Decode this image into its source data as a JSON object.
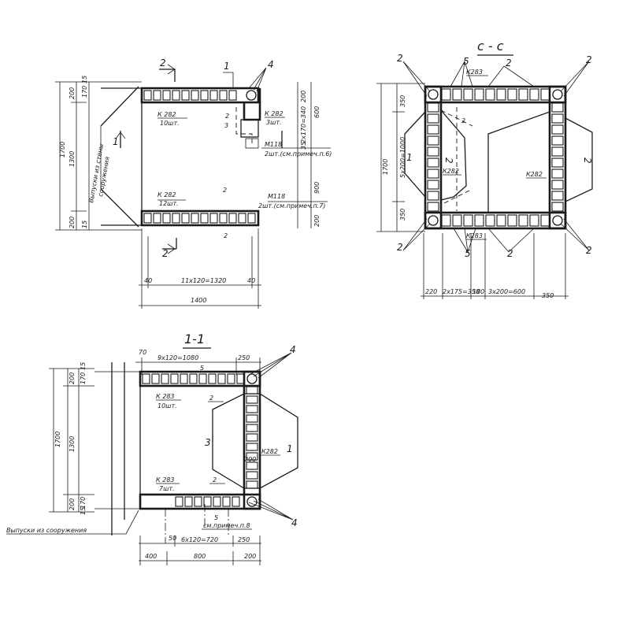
{
  "view_top_left": {
    "marker_2": "2",
    "callout_1": "1",
    "callout_4": "4",
    "label_k282_top": "К 282",
    "count_top": "10шт.",
    "label_k282_right": "К 282",
    "count_right": "3шт.",
    "callout_3": "3",
    "label_2": "2",
    "label_m118_top": "М118",
    "note_top": "2шт.(см.примеч.п.6)",
    "label_k282_bottom": "К 282",
    "count_bottom": "12шт.",
    "label_m118_bottom": "М118",
    "note_bottom": "2шт.(см.примеч.п.7)",
    "marker_1": "1",
    "vertical_note_a": "Выпуски из стены",
    "vertical_note_b": "сооружения",
    "dim_left_200a": "200",
    "dim_left_170a": "170",
    "dim_left_15a": "15",
    "dim_left_1300": "1300",
    "dim_left_1700": "1700",
    "dim_left_200b": "200",
    "dim_left_15b": "15",
    "dim_right_200": "200",
    "dim_right_2x170": "2x170=340",
    "dim_right_600": "600",
    "dim_right_35": "35",
    "dim_right_900": "900",
    "dim_right_200b": "200",
    "dim_bottom_40a": "40",
    "dim_bottom_mid": "11x120=1320",
    "dim_bottom_40b": "40",
    "dim_bottom_1400": "1400"
  },
  "view_top_right": {
    "title": "с - с",
    "label_2_a": "2",
    "label_5": "5",
    "label_k283_top": "К283",
    "label_2_b": "2",
    "label_2_c": "2",
    "label_k282_left": "К282",
    "label_2_d": "2",
    "label_k282_right": "К282",
    "label_k283_bottom": "К283",
    "label_2_e": "2",
    "label_5_b": "5",
    "label_2_f": "2",
    "label_2_g": "2",
    "label_2_big": "2",
    "label_1": "1",
    "label_2_left_big": "2",
    "dim_left_350a": "350",
    "dim_left_mid": "5x200=1000",
    "dim_left_1700": "1700",
    "dim_left_350b": "350",
    "dim_bottom_220": "220",
    "dim_bottom_2x175": "2x175=350",
    "dim_bottom_180": "180",
    "dim_bottom_3x200": "3x200=600",
    "dim_bottom_350": "350"
  },
  "view_bottom": {
    "title": "1-1",
    "callout_4_top": "4",
    "callout_4_bottom": "4",
    "dim_top_70": "70",
    "dim_top_mid": "9x120=1080",
    "dim_top_250": "250",
    "label_5_top": "5",
    "label_k283_top": "К 283",
    "count_top": "10шт.",
    "label_2_top": "2",
    "label_3": "3",
    "label_k282": "К282",
    "label_1": "1",
    "label_200": "200",
    "label_k283_bottom": "К 283",
    "count_bottom": "7шт.",
    "label_2_bottom": "2",
    "label_5_bottom": "5",
    "note_bottom": "см.примеч.п.8",
    "outlet_note": "Выпуски из сооружения",
    "dim_left_200a": "200",
    "dim_left_170a": "170",
    "dim_left_15a": "15",
    "dim_left_1300": "1300",
    "dim_left_1700": "1700",
    "dim_left_200b": "200",
    "dim_left_170b": "170",
    "dim_left_15b": "15",
    "dim_bottom_50": "50",
    "dim_bottom_mid": "6x120=720",
    "dim_bottom_250": "250",
    "dim_bottom_400": "400",
    "dim_bottom_800": "800",
    "dim_bottom_200": "200"
  }
}
